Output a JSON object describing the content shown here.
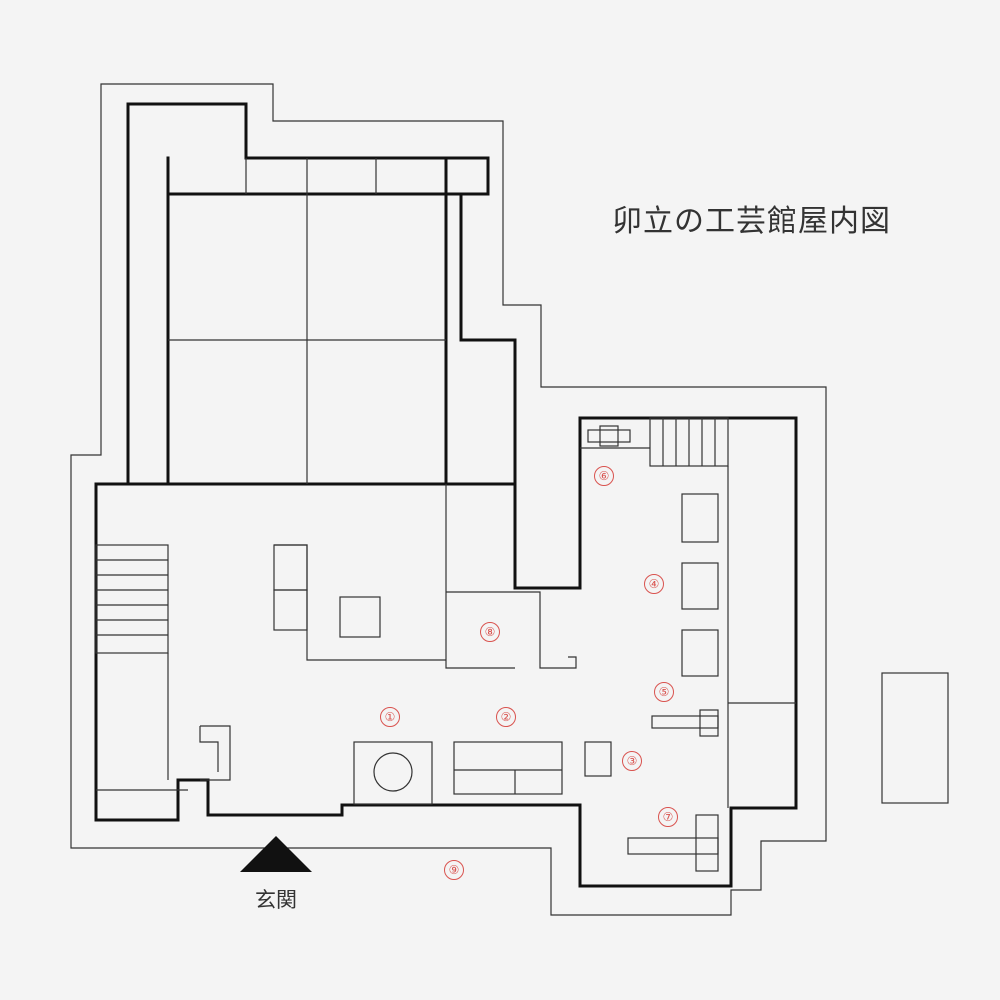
{
  "title": "卯立の工芸館屋内図",
  "entrance": "玄関",
  "markers": [
    {
      "id": "1",
      "label": "①"
    },
    {
      "id": "2",
      "label": "②"
    },
    {
      "id": "3",
      "label": "③"
    },
    {
      "id": "4",
      "label": "④"
    },
    {
      "id": "5",
      "label": "⑤"
    },
    {
      "id": "6",
      "label": "⑥"
    },
    {
      "id": "7",
      "label": "⑦"
    },
    {
      "id": "8",
      "label": "⑧"
    },
    {
      "id": "9",
      "label": "⑨"
    }
  ],
  "colors": {
    "background": "#f4f4f4",
    "wall": "#111111",
    "line": "#333333",
    "marker": "#d9534f"
  }
}
